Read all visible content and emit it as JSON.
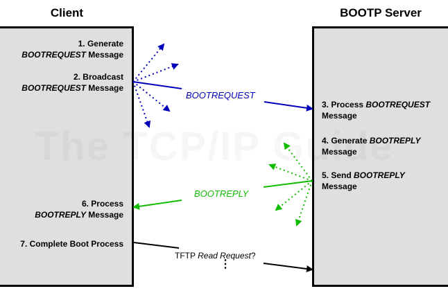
{
  "client": {
    "title": "Client",
    "steps": [
      {
        "line1": "1. Generate",
        "line2_italic": "BOOTREQUEST",
        "line2_rest": " Message"
      },
      {
        "line1": "2. Broadcast",
        "line2_italic": "BOOTREQUEST",
        "line2_rest": " Message"
      },
      {
        "line1": "6. Process",
        "line2_italic": "BOOTREPLY",
        "line2_rest": " Message"
      },
      {
        "line1": "7. Complete Boot Process"
      }
    ]
  },
  "server": {
    "title": "BOOTP Server",
    "steps": [
      {
        "line1_prefix": "3. Process ",
        "line1_italic": "BOOTREQUEST",
        "line2": "Message"
      },
      {
        "line1_prefix": "4. Generate ",
        "line1_italic": "BOOTREPLY",
        "line2": "Message"
      },
      {
        "line1_prefix": "5. Send ",
        "line1_italic": "BOOTREPLY",
        "line2": "Message"
      }
    ]
  },
  "messages": {
    "request": "BOOTREQUEST",
    "reply": "BOOTREPLY",
    "tftp_prefix": "TFTP ",
    "tftp_italic": "Read Request",
    "tftp_suffix": "?",
    "ellipsis": "⋮"
  },
  "watermark": "The TCP/IP Guide",
  "colors": {
    "request": "#0000bb",
    "reply": "#11bb00",
    "tftp": "#000000",
    "box_fill": "#dfdfdf"
  }
}
